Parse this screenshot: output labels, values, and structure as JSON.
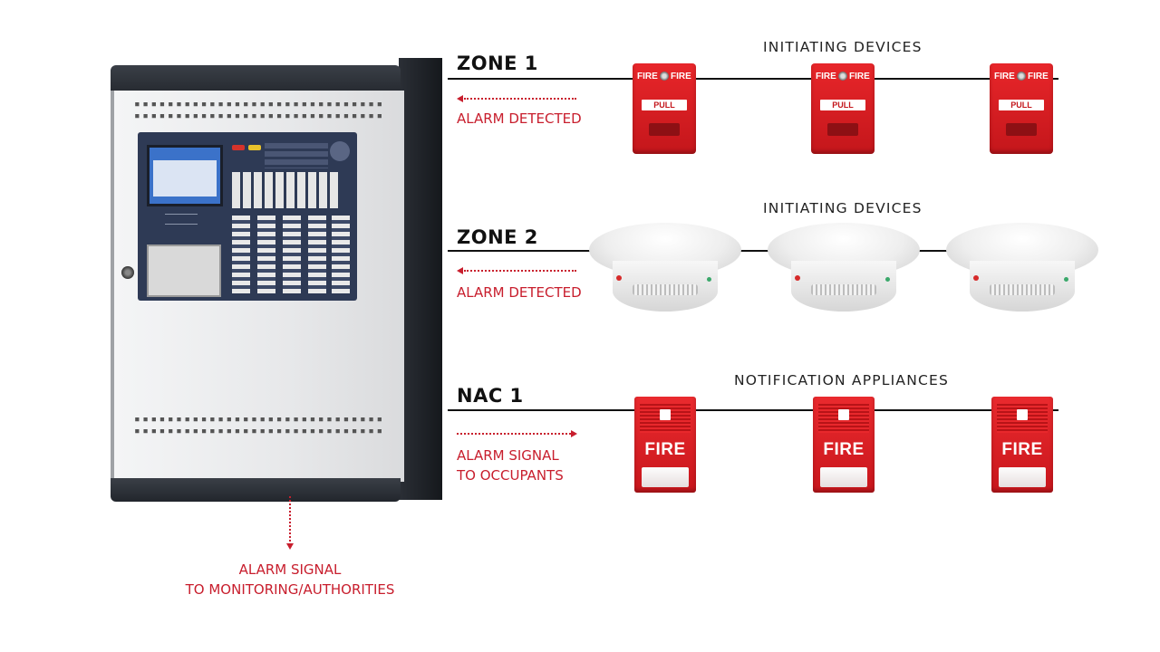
{
  "zones": [
    {
      "label": "ZONE 1",
      "category": "INITIATING DEVICES",
      "signal": [
        "ALARM DETECTED"
      ],
      "device": "pull-station",
      "direction": "inbound"
    },
    {
      "label": "ZONE 2",
      "category": "INITIATING DEVICES",
      "signal": [
        "ALARM DETECTED"
      ],
      "device": "smoke-detector",
      "direction": "inbound"
    },
    {
      "label": "NAC 1",
      "category": "NOTIFICATION APPLIANCES",
      "signal": [
        "ALARM SIGNAL",
        "TO OCCUPANTS"
      ],
      "device": "horn-strobe",
      "direction": "outbound"
    }
  ],
  "pull_station": {
    "fire_text": "FIRE",
    "pull_text": "PULL"
  },
  "horn_strobe": {
    "fire_text": "FIRE"
  },
  "monitoring": {
    "line1": "ALARM SIGNAL",
    "line2": "TO MONITORING/AUTHORITIES"
  },
  "colors": {
    "accent": "#c81e2d",
    "line": "#111111",
    "device_red": "#d81e23",
    "panel_front": "#e9eaeb",
    "panel_trim": "#25292f"
  },
  "icons": {
    "arrow_in": "arrow-left-icon",
    "arrow_out": "arrow-right-icon",
    "arrow_down": "arrow-down-icon"
  }
}
